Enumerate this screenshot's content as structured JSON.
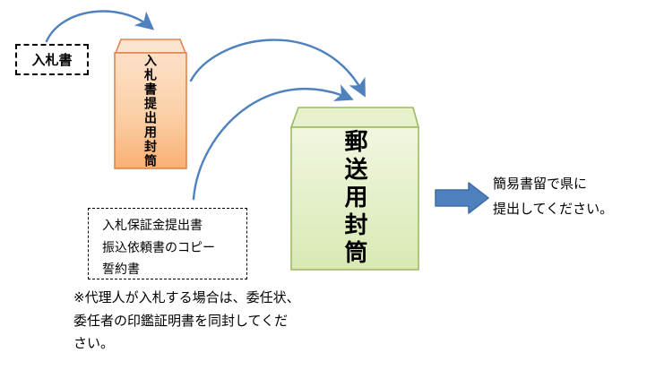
{
  "bid_document": {
    "label": "入札書"
  },
  "bid_envelope": {
    "label": "入札書提出用封筒"
  },
  "mailing_envelope": {
    "label": "郵送用封筒"
  },
  "enclosures": {
    "lines": [
      "入札保証金提出書",
      "振込依頼書のコピー",
      "誓約書"
    ]
  },
  "note": {
    "lines": [
      "※代理人が入札する場合は、委任状、",
      "委任者の印鑑証明書を同封してくだ",
      "さい。"
    ]
  },
  "submission": {
    "lines": [
      "簡易書留で県に",
      "提出してください。"
    ]
  },
  "icons": {
    "curved_arrow": "curved-connector-arrow",
    "block_arrow": "right-block-arrow"
  },
  "colors": {
    "arrow_blue": "#4E81BD",
    "block_arrow_border": "#3C6DA5",
    "orange_envelope_border": "#E2874B",
    "orange_envelope_fill_top": "#FCE5D0",
    "orange_envelope_fill_bottom": "#F9B278",
    "green_envelope_border": "#9DBA62",
    "green_envelope_fill_top": "#F0F7E0",
    "green_envelope_fill_bottom": "#D9E9B4",
    "text": "#000000"
  }
}
